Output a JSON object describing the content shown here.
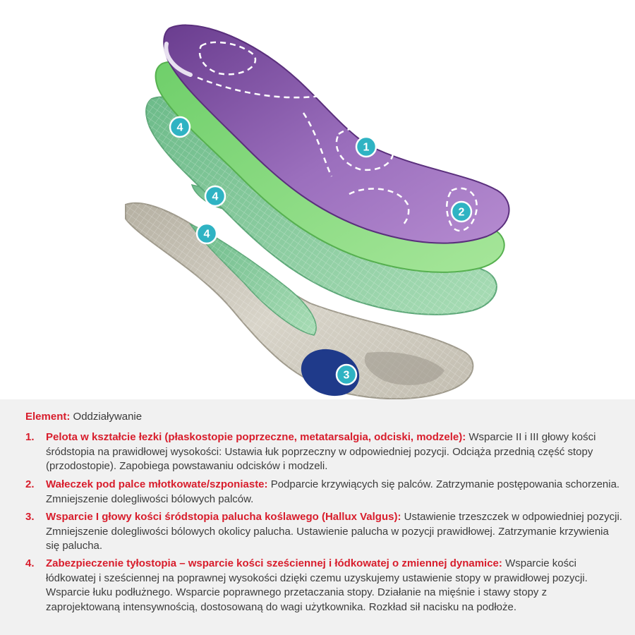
{
  "markers": [
    "1",
    "2",
    "3",
    "4",
    "4",
    "4"
  ],
  "legend": {
    "header_label": "Element:",
    "header_value": "Oddziaływanie",
    "items": [
      {
        "number": "1.",
        "title": "Pelota w kształcie łezki (płaskostopie poprzeczne, metatarsalgia, odciski, modzele):",
        "text": "Wsparcie II i III głowy kości śródstopia na prawidłowej wysokości: Ustawia łuk poprzeczny w odpowiedniej pozycji. Odciąża przednią część stopy (przodostopie). Zapobiega powstawaniu odcisków i modzeli."
      },
      {
        "number": "2.",
        "title": "Wałeczek pod palce młotkowate/szponiaste:",
        "text": "Podparcie krzywiących się palców. Zatrzymanie postępowania schorzenia. Zmniejszenie dolegliwości bólowych palców."
      },
      {
        "number": "3.",
        "title": "Wsparcie I głowy kości śródstopia palucha koślawego (Hallux Valgus):",
        "text": "Ustawienie trzeszczek w odpowiedniej pozycji. Zmniejszenie dolegliwości bólowych okolicy palucha. Ustawienie palucha w pozycji prawidłowej. Zatrzymanie krzywienia się palucha."
      },
      {
        "number": "4.",
        "title": "Zabezpieczenie tyłostopia – wsparcie kości sześciennej i łódkowatej o zmiennej dynamice:",
        "text": "Wsparcie kości łódkowatej i sześciennej na poprawnej wysokości dzięki czemu uzyskujemy ustawienie stopy w prawidłowej pozycji. Wsparcie łuku podłużnego. Wsparcie poprawnego przetaczania stopy. Działanie na mięśnie i stawy stopy z zaprojektowaną intensywnością, dostosowaną do wagi użytkownika. Rozkład sił nacisku na podłoże."
      }
    ]
  },
  "colors": {
    "accent_red": "#d81d2c",
    "marker_teal": "#2fb3c3",
    "top_layer_purple": "#8e5fae",
    "middle_layer_green": "#8fd88f",
    "lower_layer_mint": "#8fcf9f",
    "base_shell_grey": "#c8c3b6",
    "hallux_pad_navy": "#1f3a8a"
  },
  "icons": [
    "insole-top-layer",
    "insole-foam-layer",
    "insole-mint-layer",
    "insole-base-shell",
    "hallux-support-pad",
    "number-marker"
  ]
}
